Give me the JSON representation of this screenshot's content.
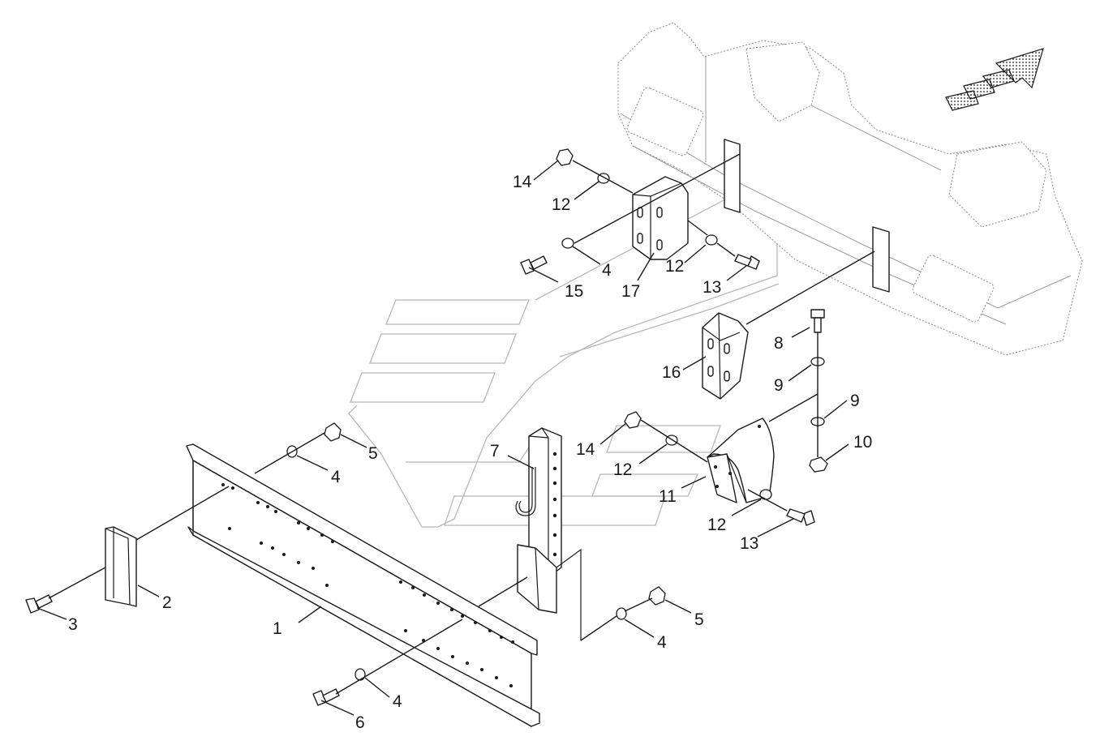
{
  "diagram": {
    "type": "exploded-parts-view",
    "direction_arrow_icon": "forward-direction-arrow-icon",
    "callouts": [
      {
        "id": "c1",
        "label": "1"
      },
      {
        "id": "c2",
        "label": "2"
      },
      {
        "id": "c3",
        "label": "3"
      },
      {
        "id": "c4a",
        "label": "4"
      },
      {
        "id": "c4b",
        "label": "4"
      },
      {
        "id": "c4c",
        "label": "4"
      },
      {
        "id": "c4d",
        "label": "4"
      },
      {
        "id": "c5a",
        "label": "5"
      },
      {
        "id": "c5b",
        "label": "5"
      },
      {
        "id": "c6",
        "label": "6"
      },
      {
        "id": "c7",
        "label": "7"
      },
      {
        "id": "c8",
        "label": "8"
      },
      {
        "id": "c9a",
        "label": "9"
      },
      {
        "id": "c9b",
        "label": "9"
      },
      {
        "id": "c10",
        "label": "10"
      },
      {
        "id": "c11",
        "label": "11"
      },
      {
        "id": "c12a",
        "label": "12"
      },
      {
        "id": "c12b",
        "label": "12"
      },
      {
        "id": "c12c",
        "label": "12"
      },
      {
        "id": "c12d",
        "label": "12"
      },
      {
        "id": "c13a",
        "label": "13"
      },
      {
        "id": "c13b",
        "label": "13"
      },
      {
        "id": "c14a",
        "label": "14"
      },
      {
        "id": "c14b",
        "label": "14"
      },
      {
        "id": "c15",
        "label": "15"
      },
      {
        "id": "c16",
        "label": "16"
      },
      {
        "id": "c17",
        "label": "17"
      }
    ]
  }
}
